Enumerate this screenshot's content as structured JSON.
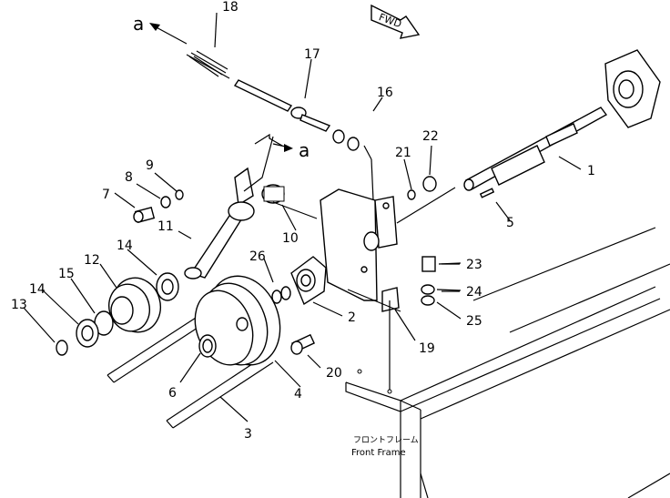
{
  "fwd_label": "FWD",
  "arrow_a_top": "a",
  "arrow_a_mid": "a",
  "frame_caption_jp": "フロントフレーム",
  "frame_caption_en": "Front Frame",
  "part_numbers": {
    "p1": "1",
    "p2": "2",
    "p3": "3",
    "p4": "4",
    "p5": "5",
    "p6": "6",
    "p7": "7",
    "p8": "8",
    "p9": "9",
    "p10": "10",
    "p11": "11",
    "p12": "12",
    "p13": "13",
    "p14a": "14",
    "p14b": "14",
    "p15": "15",
    "p16": "16",
    "p17": "17",
    "p18": "18",
    "p19": "19",
    "p20": "20",
    "p21": "21",
    "p22": "22",
    "p23": "23",
    "p24": "24",
    "p25": "25",
    "p26": "26"
  }
}
